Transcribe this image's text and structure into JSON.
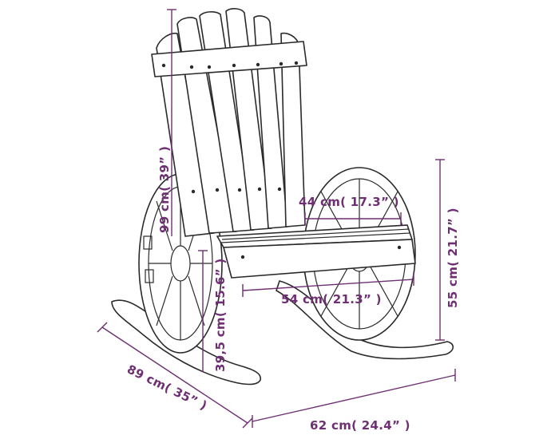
{
  "colors": {
    "dimension": "#6e2f73",
    "outline": "#2a2a2a",
    "background": "#ffffff"
  },
  "dimensions": {
    "height_total": "99 cm( 39” )",
    "seat_depth": "44 cm( 17.3” )",
    "seat_width": "54 cm( 21.3” )",
    "seat_height": "55 cm( 21.7” )",
    "armrest_height": "39,5 cm( 15.6” )",
    "depth": "89 cm( 35” )",
    "width": "62 cm( 24.4” )"
  }
}
